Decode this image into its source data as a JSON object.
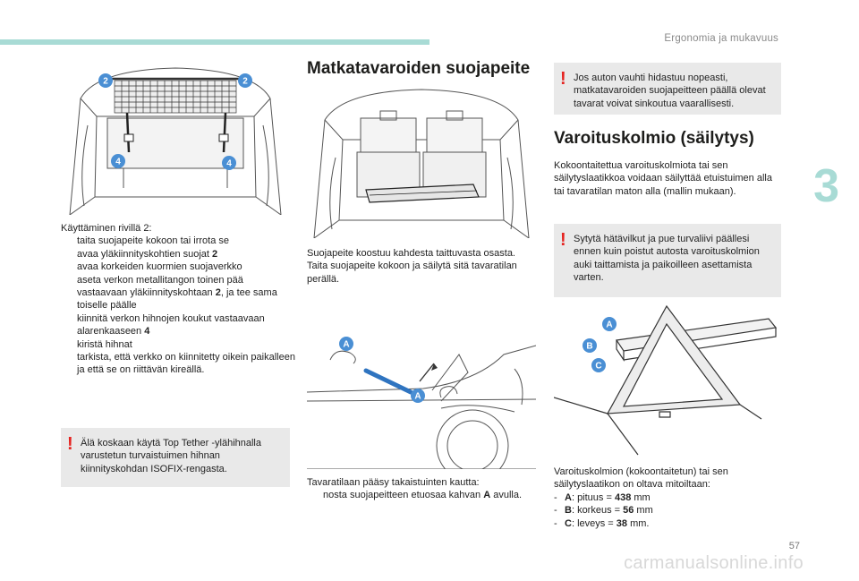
{
  "header": {
    "section": "Ergonomia ja mukavuus",
    "chapter": "3"
  },
  "page_number": "57",
  "watermark": "carmanualsonline.info",
  "col1": {
    "image_callouts": [
      "2",
      "2",
      "4",
      "4"
    ],
    "usage_intro": "Käyttäminen rivillä 2:",
    "usage_steps": [
      {
        "text": "taita suojapeite kokoon tai irrota se",
        "bold": ""
      },
      {
        "text": "avaa yläkiinnityskohtien suojat ",
        "bold": "2"
      },
      {
        "text": "avaa korkeiden kuormien suojaverkko",
        "bold": ""
      },
      {
        "text": "aseta verkon metallitangon toinen pää vastaavaan yläkiinnityskohtaan ",
        "bold": "2",
        "after": ", ja tee sama toiselle päälle"
      },
      {
        "text": "kiinnitä verkon hihnojen koukut vastaavaan alarenkaaseen ",
        "bold": "4"
      },
      {
        "text": "kiristä hihnat",
        "bold": ""
      },
      {
        "text": "tarkista, että verkko on kiinnitetty oikein paikalleen ja että se on riittävän kireällä.",
        "bold": ""
      }
    ],
    "bullet_glyph": "",
    "warning": "Älä koskaan käytä Top Tether -ylähihnalla varustetun turvaistuimen hihnan kiinnityskohdan ISOFIX-rengasta."
  },
  "col2": {
    "title": "Matkatavaroiden suojapeite",
    "desc_1": "Suojapeite koostuu kahdesta taittuvasta osasta.",
    "desc_2": "Taita suojapeite kokoon ja säilytä sitä tavaratilan perällä.",
    "image_callouts": [
      "A",
      "A"
    ],
    "access_intro": "Tavaratilaan pääsy takaistuinten kautta:",
    "access_step": {
      "text": "nosta suojapeitteen etuosaa kahvan ",
      "bold": "A",
      "after": " avulla."
    }
  },
  "col3": {
    "warning_top": "Jos auton vauhti hidastuu nopeasti, matkatavaroiden suojapeitteen päällä olevat tavarat voivat sinkoutua vaarallisesti.",
    "title": "Varoituskolmio (säilytys)",
    "intro": "Kokoontaitettua varoituskolmiota tai sen säilytyslaatikkoa voidaan säilyttää etuistuimen alla tai tavaratilan maton alla (mallin mukaan).",
    "warning_vest": "Sytytä hätävilkut ja pue turvaliivi päällesi ennen kuin poistut autosta varoituskolmion auki taittamista ja paikoilleen asettamista varten.",
    "image_callouts": [
      "A",
      "B",
      "C"
    ],
    "dims_intro": "Varoituskolmion (kokoontaitetun) tai sen säilytyslaatikon on oltava mitoiltaan:",
    "dims": [
      {
        "letter": "A",
        "label": ": pituus = ",
        "value": "438",
        "unit": " mm"
      },
      {
        "letter": "B",
        "label": ": korkeus = ",
        "value": "56",
        "unit": " mm"
      },
      {
        "letter": "C",
        "label": ": leveys = ",
        "value": "38",
        "unit": " mm."
      }
    ]
  },
  "colors": {
    "accent": "#a8dbd5",
    "callout": "#4a8fd4",
    "warning_bg": "#e9e9e9",
    "warning_mark": "#e52320"
  }
}
